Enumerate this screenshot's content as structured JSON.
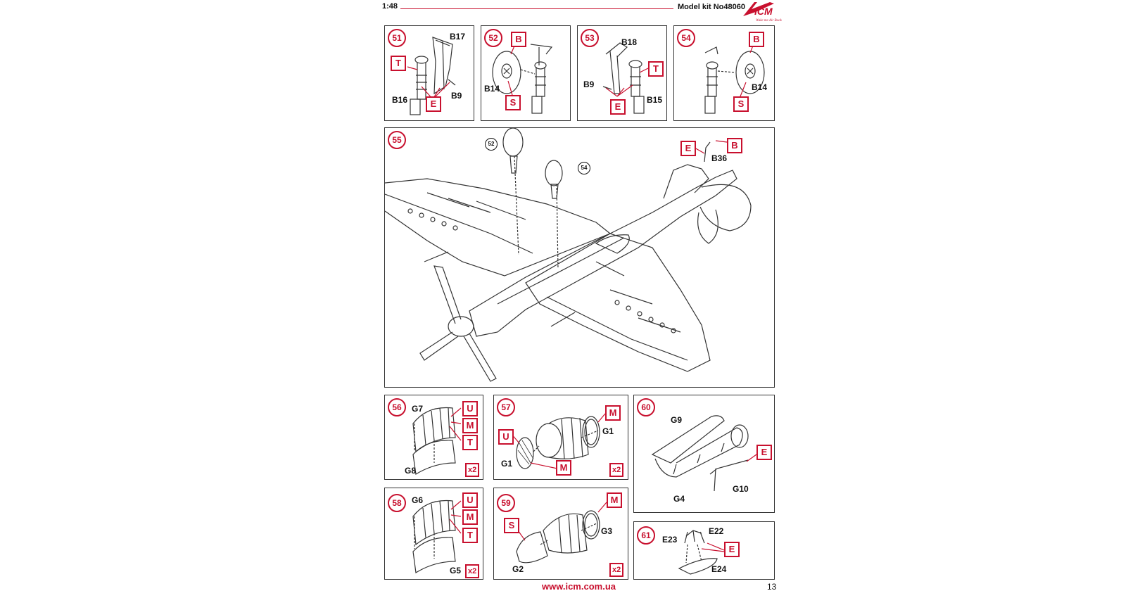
{
  "header": {
    "scale": "1:48",
    "kit_number": "Model kit No48060",
    "logo_text": "ICM",
    "logo_tagline": "Wake me Air Book"
  },
  "steps": {
    "s51": {
      "number": "51",
      "callouts": [
        "T",
        "E"
      ],
      "parts": [
        "B17",
        "B16",
        "B9"
      ]
    },
    "s52": {
      "number": "52",
      "callouts": [
        "B",
        "S"
      ],
      "parts": [
        "B14"
      ]
    },
    "s53": {
      "number": "53",
      "callouts": [
        "T",
        "E"
      ],
      "parts": [
        "B18",
        "B9",
        "B15"
      ]
    },
    "s54": {
      "number": "54",
      "callouts": [
        "B",
        "S"
      ],
      "parts": [
        "B14"
      ]
    },
    "s55": {
      "number": "55",
      "callouts": [
        "E",
        "B"
      ],
      "parts": [
        "B36"
      ],
      "refs": [
        "52",
        "54"
      ]
    },
    "s56": {
      "number": "56",
      "callouts": [
        "U",
        "M",
        "T"
      ],
      "parts": [
        "G7",
        "G8"
      ],
      "multiplier": "x2"
    },
    "s57": {
      "number": "57",
      "callouts": [
        "M",
        "U",
        "M"
      ],
      "parts": [
        "G1",
        "G1"
      ],
      "multiplier": "x2"
    },
    "s58": {
      "number": "58",
      "callouts": [
        "U",
        "M",
        "T"
      ],
      "parts": [
        "G6",
        "G5"
      ],
      "multiplier": "x2"
    },
    "s59": {
      "number": "59",
      "callouts": [
        "M",
        "S"
      ],
      "parts": [
        "G3",
        "G2"
      ],
      "multiplier": "x2"
    },
    "s60": {
      "number": "60",
      "callouts": [
        "E"
      ],
      "parts": [
        "G9",
        "G4",
        "G10"
      ]
    },
    "s61": {
      "number": "61",
      "callouts": [
        "E"
      ],
      "parts": [
        "E22",
        "E23",
        "E24"
      ]
    }
  },
  "footer": {
    "url": "www.icm.com.ua",
    "page_number": "13"
  },
  "colors": {
    "accent": "#c8102e",
    "line": "#333333"
  }
}
